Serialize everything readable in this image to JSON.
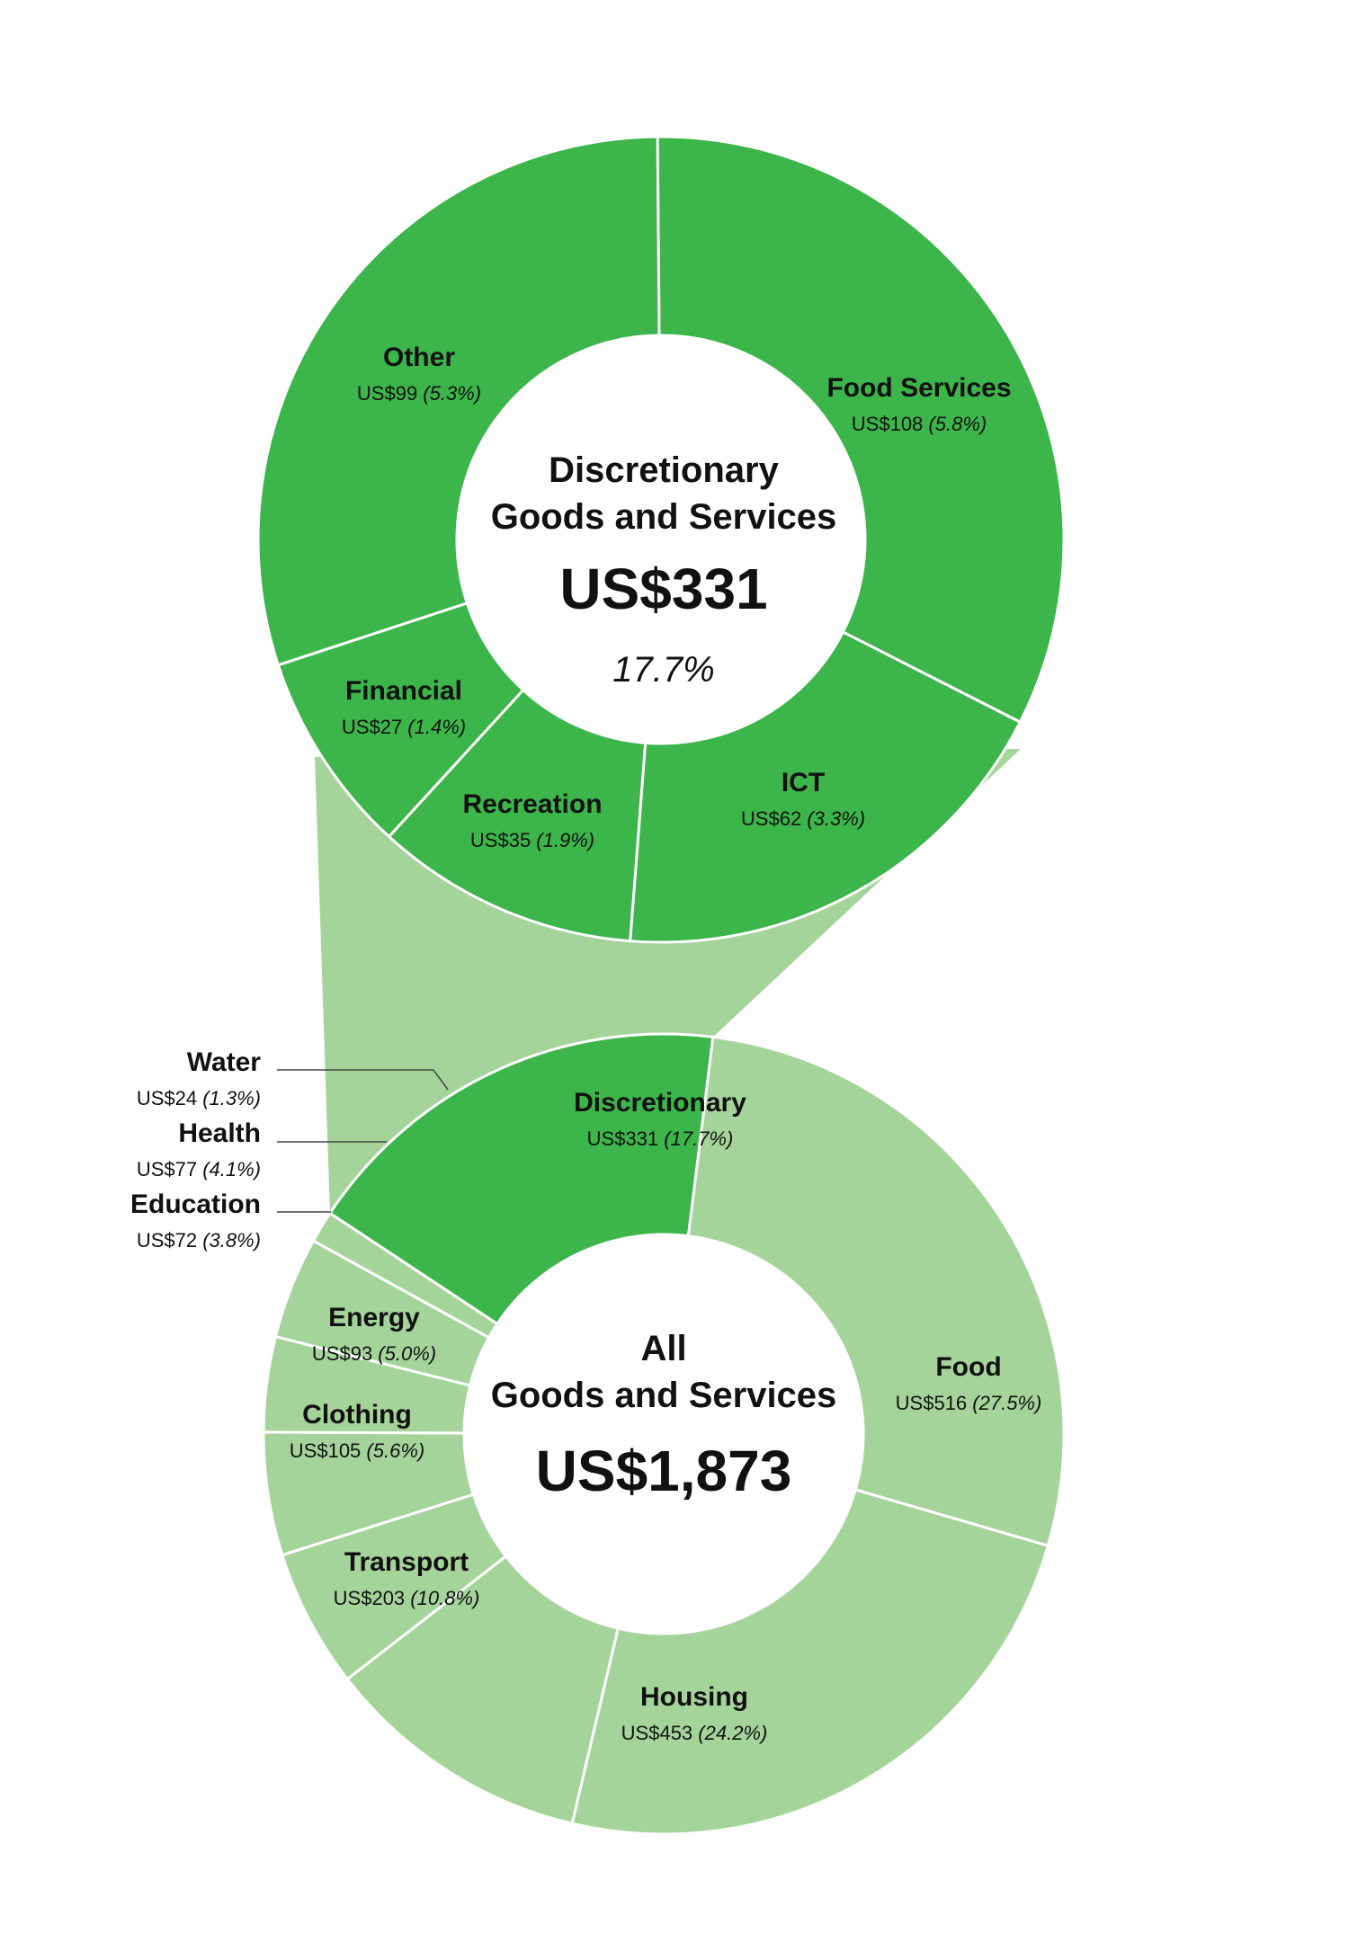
{
  "chart_data": [
    {
      "type": "donut",
      "center": {
        "title_line1": "Discretionary",
        "title_line2": "Goods and Services",
        "total": "US$331",
        "share": "17.7%"
      },
      "segments": [
        {
          "name": "Food Services",
          "value": 108,
          "value_label": "US$108",
          "share_label": "(5.8%)"
        },
        {
          "name": "ICT",
          "value": 62,
          "value_label": "US$62",
          "share_label": "(3.3%)"
        },
        {
          "name": "Recreation",
          "value": 35,
          "value_label": "US$35",
          "share_label": "(1.9%)"
        },
        {
          "name": "Financial",
          "value": 27,
          "value_label": "US$27",
          "share_label": "(1.4%)"
        },
        {
          "name": "Other",
          "value": 99,
          "value_label": "US$99",
          "share_label": "(5.3%)"
        }
      ]
    },
    {
      "type": "donut",
      "center": {
        "title_line1": "All",
        "title_line2": "Goods and Services",
        "total": "US$1,873"
      },
      "segments": [
        {
          "name": "Discretionary",
          "value": 331,
          "value_label": "US$331",
          "share_label": "(17.7%)"
        },
        {
          "name": "Food",
          "value": 516,
          "value_label": "US$516",
          "share_label": "(27.5%)"
        },
        {
          "name": "Housing",
          "value": 453,
          "value_label": "US$453",
          "share_label": "(24.2%)"
        },
        {
          "name": "Transport",
          "value": 203,
          "value_label": "US$203",
          "share_label": "(10.8%)"
        },
        {
          "name": "Clothing",
          "value": 105,
          "value_label": "US$105",
          "share_label": "(5.6%)"
        },
        {
          "name": "Energy",
          "value": 93,
          "value_label": "US$93",
          "share_label": "(5.0%)"
        },
        {
          "name": "Education",
          "value": 72,
          "value_label": "US$72",
          "share_label": "(3.8%)"
        },
        {
          "name": "Health",
          "value": 77,
          "value_label": "US$77",
          "share_label": "(4.1%)"
        },
        {
          "name": "Water",
          "value": 24,
          "value_label": "US$24",
          "share_label": "(1.3%)"
        }
      ]
    }
  ],
  "colors": {
    "discretionary": "#3cb54a",
    "all": "#a5d49b",
    "separator": "#ffffff",
    "leader": "#444444"
  }
}
